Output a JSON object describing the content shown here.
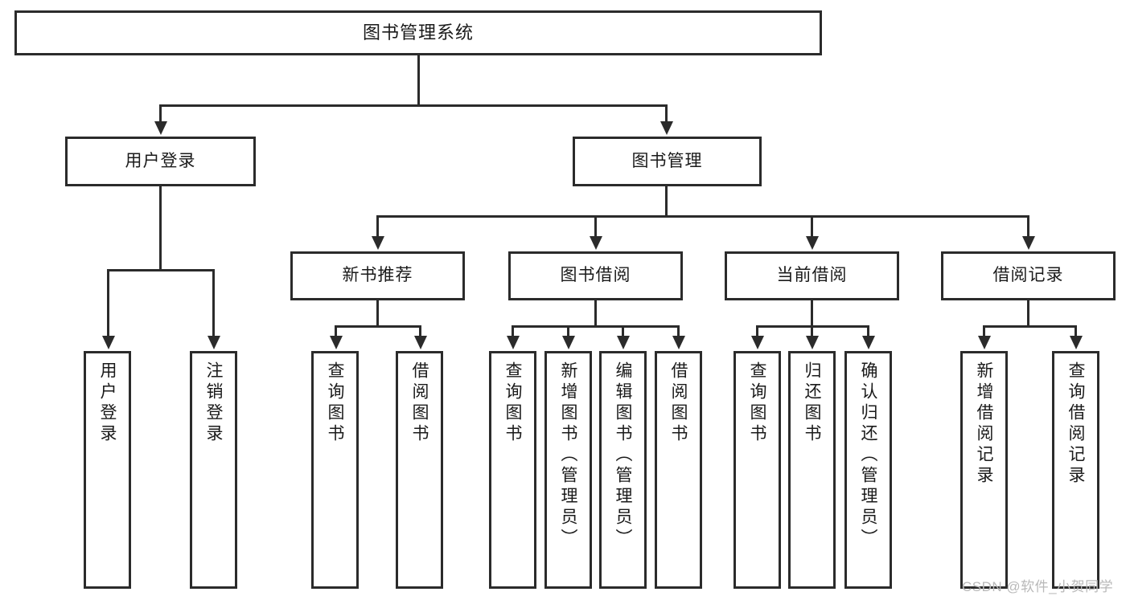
{
  "diagram": {
    "title": "图书管理系统",
    "type": "tree-hierarchy-diagram",
    "root": {
      "label": "图书管理系统"
    },
    "level2": [
      {
        "label": "用户登录"
      },
      {
        "label": "图书管理"
      }
    ],
    "level3": [
      {
        "label": "新书推荐"
      },
      {
        "label": "图书借阅"
      },
      {
        "label": "当前借阅"
      },
      {
        "label": "借阅记录"
      }
    ],
    "leaves": {
      "user_login": [
        {
          "label": "用户登录"
        },
        {
          "label": "注销登录"
        }
      ],
      "new_book_recommend": [
        {
          "label": "查询图书"
        },
        {
          "label": "借阅图书"
        }
      ],
      "book_borrow": [
        {
          "label": "查询图书"
        },
        {
          "label": "新增图书（管理员）"
        },
        {
          "label": "编辑图书（管理员）"
        },
        {
          "label": "借阅图书"
        }
      ],
      "current_borrow": [
        {
          "label": "查询图书"
        },
        {
          "label": "归还图书"
        },
        {
          "label": "确认归还（管理员）"
        }
      ],
      "borrow_records": [
        {
          "label": "新增借阅记录"
        },
        {
          "label": "查询借阅记录"
        }
      ]
    }
  },
  "watermark": {
    "text": "CSDN @软件_小贺同学"
  },
  "colors": {
    "stroke": "#2b2b2b",
    "background": "#ffffff",
    "text": "#1a1a1a",
    "watermark": "#b9b9b9"
  }
}
